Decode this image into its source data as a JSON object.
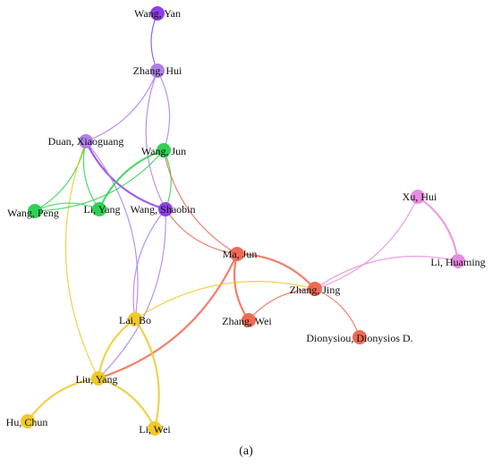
{
  "caption": "(a)",
  "colors": {
    "purple": "#8f3fe6",
    "lavender": "#b07fe8",
    "green": "#2fd152",
    "red": "#ef6a55",
    "pink": "#e98be0",
    "yellow": "#f0c92a"
  },
  "nodes": [
    {
      "id": "wang-yan",
      "label": "Wang, Yan",
      "color": "purple"
    },
    {
      "id": "zhang-hui",
      "label": "Zhang, Hui",
      "color": "lavender"
    },
    {
      "id": "duan-xiaoguang",
      "label": "Duan, Xiaoguang",
      "color": "lavender"
    },
    {
      "id": "wang-jun",
      "label": "Wang, Jun",
      "color": "green"
    },
    {
      "id": "wang-peng",
      "label": "Wang, Peng",
      "color": "green"
    },
    {
      "id": "li-yang",
      "label": "Li, Yang",
      "color": "green"
    },
    {
      "id": "wang-shaobin",
      "label": "Wang, Shaobin",
      "color": "purple"
    },
    {
      "id": "xu-hui",
      "label": "Xu, Hui",
      "color": "pink"
    },
    {
      "id": "li-huaming",
      "label": "Li, Huaming",
      "color": "pink"
    },
    {
      "id": "ma-jun",
      "label": "Ma, Jun",
      "color": "red"
    },
    {
      "id": "zhang-jing",
      "label": "Zhang, Jing",
      "color": "red"
    },
    {
      "id": "zhang-wei",
      "label": "Zhang, Wei",
      "color": "red"
    },
    {
      "id": "dionysiou",
      "label": "Dionysiou, Dionysios D.",
      "color": "red"
    },
    {
      "id": "lai-bo",
      "label": "Lai, Bo",
      "color": "yellow"
    },
    {
      "id": "liu-yang",
      "label": "Liu, Yang",
      "color": "yellow"
    },
    {
      "id": "hu-chun",
      "label": "Hu, Chun",
      "color": "yellow"
    },
    {
      "id": "li-wei",
      "label": "Li, Wei",
      "color": "yellow"
    }
  ],
  "edges": [
    {
      "from": "wang-yan",
      "to": "zhang-hui",
      "color": "purple"
    },
    {
      "from": "zhang-hui",
      "to": "duan-xiaoguang",
      "color": "lavender"
    },
    {
      "from": "zhang-hui",
      "to": "wang-shaobin",
      "color": "lavender"
    },
    {
      "from": "zhang-hui",
      "to": "wang-jun",
      "color": "lavender"
    },
    {
      "from": "duan-xiaoguang",
      "to": "wang-shaobin",
      "color": "purple"
    },
    {
      "from": "duan-xiaoguang",
      "to": "wang-peng",
      "color": "green"
    },
    {
      "from": "duan-xiaoguang",
      "to": "li-yang",
      "color": "green"
    },
    {
      "from": "duan-xiaoguang",
      "to": "lai-bo",
      "color": "lavender"
    },
    {
      "from": "duan-xiaoguang",
      "to": "liu-yang",
      "color": "yellow"
    },
    {
      "from": "wang-jun",
      "to": "wang-peng",
      "color": "green"
    },
    {
      "from": "wang-jun",
      "to": "li-yang",
      "color": "green"
    },
    {
      "from": "wang-jun",
      "to": "wang-shaobin",
      "color": "green"
    },
    {
      "from": "wang-jun",
      "to": "ma-jun",
      "color": "red"
    },
    {
      "from": "wang-peng",
      "to": "li-yang",
      "color": "green"
    },
    {
      "from": "wang-shaobin",
      "to": "lai-bo",
      "color": "lavender"
    },
    {
      "from": "wang-shaobin",
      "to": "liu-yang",
      "color": "lavender"
    },
    {
      "from": "wang-shaobin",
      "to": "ma-jun",
      "color": "red"
    },
    {
      "from": "ma-jun",
      "to": "zhang-jing",
      "color": "red"
    },
    {
      "from": "ma-jun",
      "to": "zhang-wei",
      "color": "red"
    },
    {
      "from": "ma-jun",
      "to": "liu-yang",
      "color": "red"
    },
    {
      "from": "zhang-jing",
      "to": "zhang-wei",
      "color": "red"
    },
    {
      "from": "zhang-jing",
      "to": "dionysiou",
      "color": "red"
    },
    {
      "from": "zhang-jing",
      "to": "xu-hui",
      "color": "pink"
    },
    {
      "from": "zhang-jing",
      "to": "li-huaming",
      "color": "pink"
    },
    {
      "from": "zhang-jing",
      "to": "lai-bo",
      "color": "yellow"
    },
    {
      "from": "xu-hui",
      "to": "li-huaming",
      "color": "pink"
    },
    {
      "from": "lai-bo",
      "to": "liu-yang",
      "color": "yellow"
    },
    {
      "from": "lai-bo",
      "to": "li-wei",
      "color": "yellow"
    },
    {
      "from": "liu-yang",
      "to": "hu-chun",
      "color": "yellow"
    },
    {
      "from": "liu-yang",
      "to": "li-wei",
      "color": "yellow"
    }
  ]
}
